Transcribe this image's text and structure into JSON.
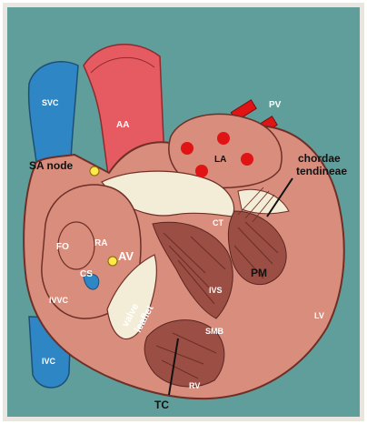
{
  "labels": {
    "svc": "SVC",
    "aa": "AA",
    "pv": "PV",
    "la": "LA",
    "sa_node": "SA node",
    "chordae_line1": "chordae",
    "chordae_line2": "tendineae",
    "fo": "FO",
    "ra": "RA",
    "av": "AV",
    "cs": "CS",
    "ivc_valve": "IVVC",
    "valve_line1": "valve",
    "valve_line2": "leaflet",
    "ct": "CT",
    "pm": "PM",
    "ivs": "IVS",
    "smb": "SMB",
    "lv": "LV",
    "ivc": "IVC",
    "rv": "RV",
    "tc": "TC"
  },
  "colors": {
    "background": "#5f9e9a",
    "panel": "#e9e6df",
    "heart_wall": "#d88d7d",
    "heart_dark": "#9b4f44",
    "vessel_blue": "#2f86c4",
    "aorta_red": "#e65b61",
    "dot_red": "#e01414",
    "node_yellow": "#ffe84a",
    "valve_cream": "#f3ecd7"
  }
}
